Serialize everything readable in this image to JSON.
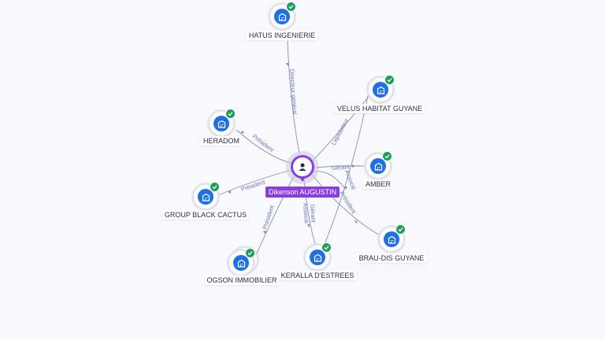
{
  "colors": {
    "person_accent": "#8b3ee0",
    "company_icon": "#1f6fe5",
    "verified_badge": "#1e9e57",
    "edge_label": "#6f73b6"
  },
  "center": {
    "name": "Dikenson AUGUSTIN",
    "icon": "person-icon"
  },
  "companies": [
    {
      "name": "HATUS INGENIERIE",
      "icon": "building-icon",
      "verified": true
    },
    {
      "name": "VELUS HABITAT GUYANE",
      "icon": "building-icon",
      "verified": true
    },
    {
      "name": "HERADOM",
      "icon": "building-icon",
      "verified": true
    },
    {
      "name": "AMBER",
      "icon": "building-icon",
      "verified": true
    },
    {
      "name": "GROUP BLACK CACTUS",
      "icon": "building-icon",
      "verified": true
    },
    {
      "name": "BRAU-DIS GUYANE",
      "icon": "building-icon",
      "verified": true
    },
    {
      "name": "OGSON IMMOBILIER",
      "icon": "building-icon",
      "verified": true
    },
    {
      "name": "KERALLA D'ESTREES",
      "icon": "building-icon",
      "verified": true
    }
  ],
  "relations": [
    "Directeur général",
    "Liquidateur",
    "Président",
    "Gérant",
    "Associé",
    "Président",
    "Président",
    "Président",
    "Gérant",
    "Associé"
  ]
}
